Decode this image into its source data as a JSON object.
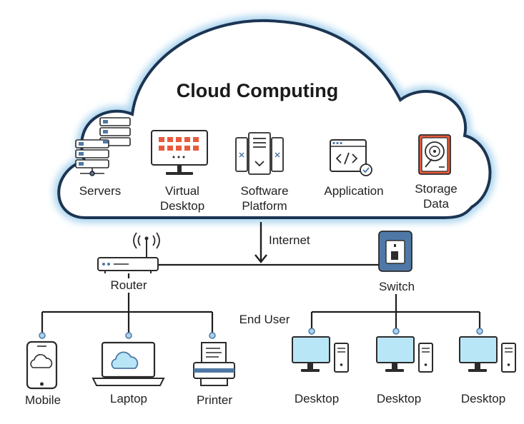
{
  "title": "Cloud Computing",
  "cloud_services": [
    {
      "label": "Servers",
      "icon": "server-rack-icon"
    },
    {
      "label_line1": "Virtual",
      "label_line2": "Desktop",
      "icon": "monitor-icon"
    },
    {
      "label_line1": "Software",
      "label_line2": "Platform",
      "icon": "software-platform-icon"
    },
    {
      "label": "Application",
      "icon": "code-window-icon"
    },
    {
      "label_line1": "Storage",
      "label_line2": "Data",
      "icon": "hard-drive-icon"
    }
  ],
  "connection_label": "Internet",
  "router_label": "Router",
  "switch_label": "Switch",
  "end_user_label": "End User",
  "router_devices": [
    {
      "label": "Mobile",
      "icon": "mobile-phone-icon"
    },
    {
      "label": "Laptop",
      "icon": "laptop-icon"
    },
    {
      "label": "Printer",
      "icon": "printer-icon"
    }
  ],
  "switch_devices": [
    {
      "label": "Desktop",
      "icon": "desktop-computer-icon"
    },
    {
      "label": "Desktop",
      "icon": "desktop-computer-icon"
    },
    {
      "label": "Desktop",
      "icon": "desktop-computer-icon"
    }
  ],
  "colors": {
    "cloud_outline": "#1b3552",
    "cloud_glow": "#a9d3ee",
    "accent_blue": "#4f78a6",
    "screen_fill": "#b9e6f6",
    "server_red": "#e85a3c",
    "line": "#1e1e1e"
  }
}
